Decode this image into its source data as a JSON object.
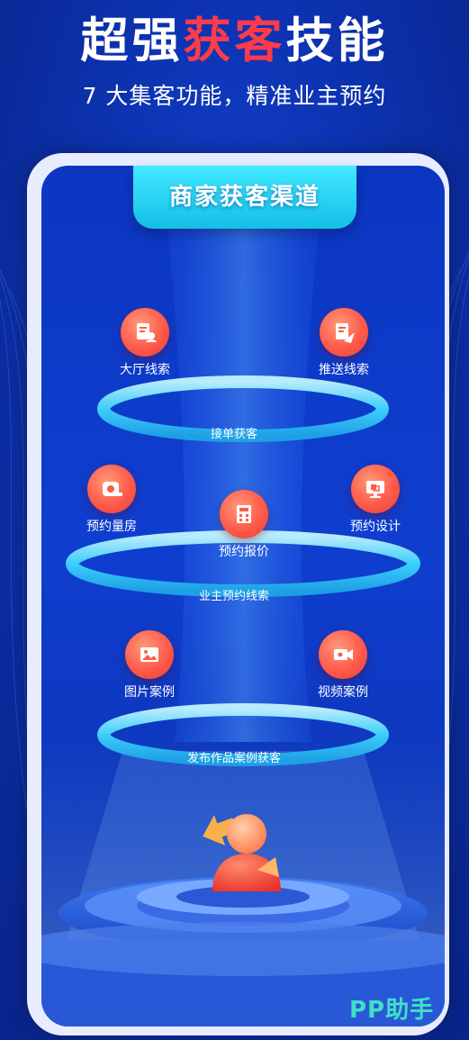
{
  "headline": {
    "part1": "超强",
    "highlight": "获客",
    "part2": "技能"
  },
  "subhead": "7 大集客功能，精准业主预约",
  "panel": {
    "title": "商家获客渠道"
  },
  "features": {
    "hall_leads": {
      "label": "大厅线索",
      "icon": "hall-leads-icon"
    },
    "push_leads": {
      "label": "推送线索",
      "icon": "push-leads-icon"
    },
    "measure_booking": {
      "label": "预约量房",
      "icon": "tape-measure-icon"
    },
    "quote_booking": {
      "label": "预约报价",
      "icon": "calculator-icon"
    },
    "design_booking": {
      "label": "预约设计",
      "icon": "design-screen-icon"
    },
    "photo_cases": {
      "label": "图片案例",
      "icon": "photo-icon"
    },
    "video_cases": {
      "label": "视频案例",
      "icon": "video-camera-icon"
    }
  },
  "rings": {
    "ring1": "接单获客",
    "ring2": "业主预约线索",
    "ring3": "发布作品案例获客"
  },
  "watermark": "PP助手",
  "colors": {
    "background": "#0d34b4",
    "highlight_red": "#ff3b4b",
    "tab_cyan": "#14bfe6",
    "icon_orange": "#ff5a4a",
    "ring_cyan": "#3fd6ff",
    "watermark_green": "#3fe0c4"
  }
}
